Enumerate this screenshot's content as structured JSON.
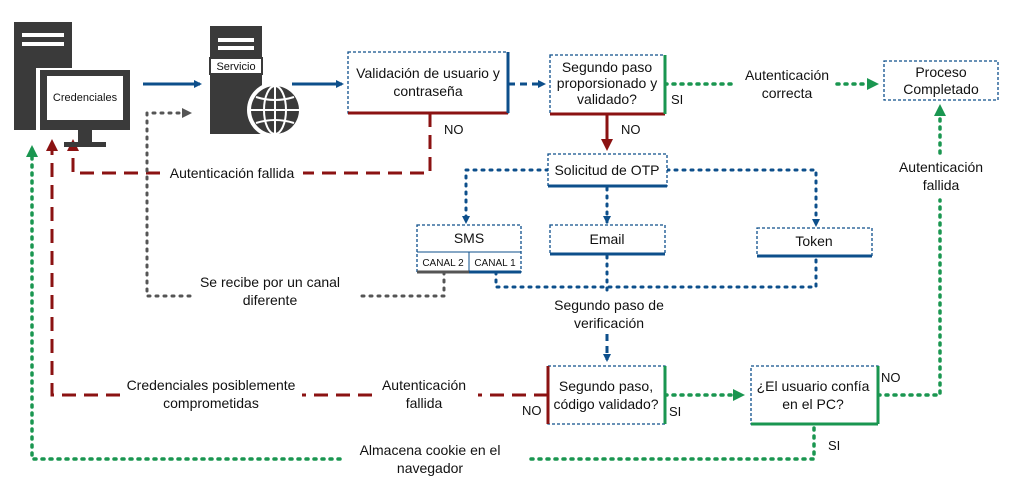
{
  "devices": {
    "pc_label": "Credenciales",
    "server_label": "Servicio"
  },
  "nodes": {
    "validation": [
      "Validación de usuario y",
      "contraseña"
    ],
    "second_step": [
      "Segundo paso",
      "proporsionado y",
      "validado?"
    ],
    "process_done": [
      "Proceso",
      "Completado"
    ],
    "otp": "Solicitud de OTP",
    "sms": "SMS",
    "sms_channel2": "CANAL 2",
    "sms_channel1": "CANAL 1",
    "email": "Email",
    "token": "Token",
    "code_validated": [
      "Segundo paso,",
      "código validado?"
    ],
    "trust_pc": [
      "¿El usuario confía",
      "en el PC?"
    ]
  },
  "labels": {
    "auth_ok": [
      "Autenticación",
      "correcta"
    ],
    "si_1": "SI",
    "no_1": "NO",
    "no_2": "NO",
    "auth_failed_top": "Autenticación fallida",
    "auth_failed_right": [
      "Autenticación",
      "fallida"
    ],
    "diff_channel": [
      "Se recibe por un canal",
      "diferente"
    ],
    "second_verification": [
      "Segundo paso de",
      "verificación"
    ],
    "compromised": [
      "Credenciales posiblemente",
      "comprometidas"
    ],
    "auth_failed_bottom": [
      "Autenticación",
      "fallida"
    ],
    "no_3": "NO",
    "si_2": "SI",
    "no_4": "NO",
    "si_3": "SI",
    "cookie": [
      "Almacena cookie en el",
      "navegador"
    ]
  },
  "colors": {
    "blue": "#0d4f8b",
    "red": "#8b1212",
    "green": "#1a9650",
    "gray": "#555555",
    "device": "#3a3a3a"
  }
}
